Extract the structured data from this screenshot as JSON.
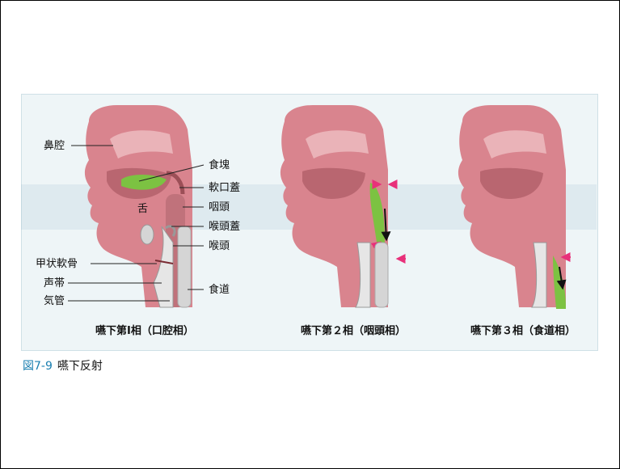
{
  "figure": {
    "number": "図7-9",
    "title": "嚥下反射"
  },
  "labels": {
    "nasal_cavity": "鼻腔",
    "tongue": "舌",
    "bolus": "食塊",
    "soft_palate": "軟口蓋",
    "pharynx": "咽頭",
    "epiglottis": "喉頭蓋",
    "larynx": "喉頭",
    "thyroid_cartilage": "甲状軟骨",
    "vocal_cords": "声帯",
    "trachea": "気管",
    "esophagus": "食道"
  },
  "stages": [
    {
      "label": "嚥下第Ⅰ相（口腔相）"
    },
    {
      "label": "嚥下第２相（咽頭相）"
    },
    {
      "label": "嚥下第３相（食道相）"
    }
  ],
  "colors": {
    "tissue": "#d9848e",
    "tissue_light": "#eab3b8",
    "bolus": "#7cc242",
    "bone": "#d5d5d5",
    "arrow": "#e8307a",
    "caption_accent": "#1a7fb0"
  }
}
